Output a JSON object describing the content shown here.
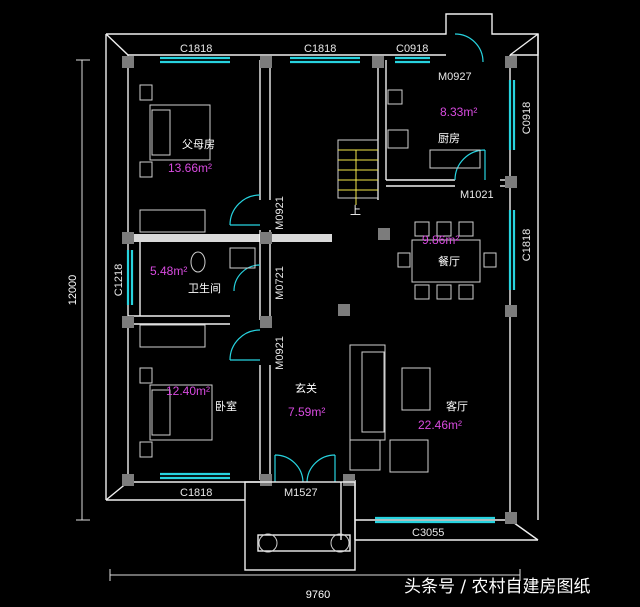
{
  "dimensions": {
    "overall_width": "9760",
    "overall_depth": "12000"
  },
  "windows": {
    "w_top_left": "C1818",
    "w_top_mid": "C1818",
    "w_top_right": "C0918",
    "w_right_kitchen": "C0918",
    "w_right_dining": "C1818",
    "w_left_bath": "C1218",
    "w_bottom_left": "C1818",
    "w_bottom_right": "C3055"
  },
  "doors": {
    "d_kitchen_top": "M0927",
    "d_kitchen": "M1021",
    "d_parents": "M0921",
    "d_bath": "M0721",
    "d_bedroom": "M0921",
    "d_entry": "M1527"
  },
  "rooms": [
    {
      "id": "parents",
      "name": "父母房",
      "area": "13.66m²"
    },
    {
      "id": "bath",
      "name": "卫生间",
      "area": "5.48m²"
    },
    {
      "id": "bedroom",
      "name": "卧室",
      "area": "12.40m²"
    },
    {
      "id": "kitchen",
      "name": "厨房",
      "area": "8.33m²"
    },
    {
      "id": "dining",
      "name": "餐厅",
      "area": "9.86m²"
    },
    {
      "id": "foyer",
      "name": "玄关",
      "area": "7.59m²"
    },
    {
      "id": "living",
      "name": "客厅",
      "area": "22.46m²"
    }
  ],
  "stair_label": "上",
  "watermark": "头条号 / 农村自建房图纸",
  "colors": {
    "background": "#000000",
    "wall": "#ffffff",
    "window": "#27d3df",
    "area_text": "#d84be0",
    "column": "#7c7c7c"
  }
}
